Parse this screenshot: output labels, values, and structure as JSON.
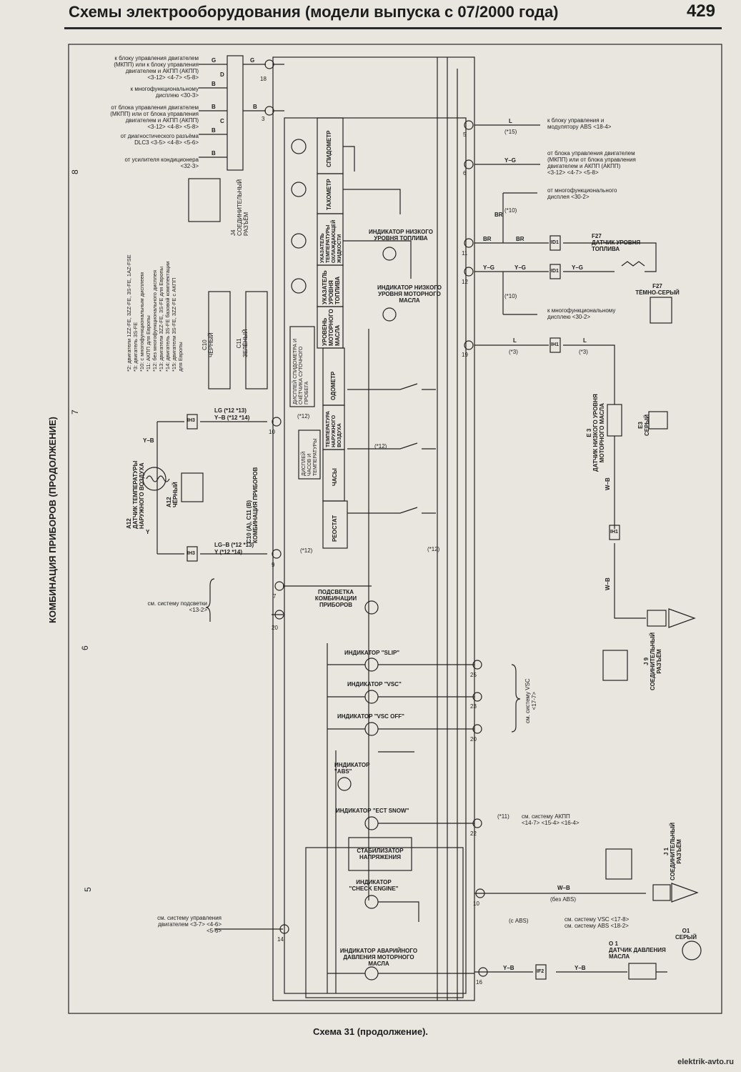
{
  "header": {
    "title": "Схемы электрооборудования (модели выпуска с 07/2000 года)",
    "page": "429"
  },
  "side_title": "КОМБИНАЦИЯ ПРИБОРОВ (ПРОДОЛЖЕНИЕ)",
  "grid_numbers": [
    "8",
    "7",
    "6",
    "5"
  ],
  "left": {
    "to_ecu_1": "к блоку управления двигателем\n(МКПП) или к блоку управления\nдвигателем и АКПП (АКПП)\n<3-12> <4-7> <5-8>",
    "to_md": "к многофункциональному\nдисплею <30-3>",
    "from_ecu": "от блока управления двигателем\n(МКПП) или от блока управления\nдвигателем и АКПП (АКПП)\n<3-12> <4-8> <5-8>",
    "from_dlc": "от диагностического разъёма\nDLC3 <3-5> <4-8> <5-6>",
    "from_ac": "от усилителя кондиционера\n<32-3>",
    "j4_label": "J4\nСОЕДИНИТЕЛЬНЫЙ\nРАЗЪЁМ",
    "notes": "*2: двигатели 1ZZ-FE, 3ZZ-FE, 3S-FE, 1AZ-FSE\n*3: двигатель 3S-FE\n*10: с многофункциональным дисплеем\n*11: АКПП для Европы\n*12: без многофункционального дисплея\n*13: двигатели 3ZZ-FE, 3S-FE для Европы\n*14: двигатель 3S-FE базовой комплектации\n*15: двигатели 3S-FE, 3ZZ-FE с АКПП\nдля Европы",
    "c10_label": "C10\nЧЁРНЫЙ",
    "c11_label": "C11\nЗЕЛЁНЫЙ",
    "a12_label": "A12\nДАТЧИК ТЕМПЕРАТУРЫ\nНАРУЖНОГО ВОЗДУХА",
    "a12_color": "A12\nЧЁРНЫЙ",
    "cluster_label": "C10 (A), C11 (B)\nКОМБИНАЦИЯ ПРИБОРОВ",
    "lighting_ref": "см. систему подсветки\n<13-2>",
    "engine_ref": "см. систему управления\nдвигателем <3-7> <4-6>\n<5-6>"
  },
  "wires": {
    "g": "G",
    "d": "D",
    "c": "C",
    "b": "B",
    "l": "L",
    "yg": "Y–G",
    "br": "BR",
    "wb": "W–B",
    "yb": "Y–B",
    "y": "Y",
    "lg_line": "LG (*12 *13)",
    "yb_line": "Y–B (*12 *14)",
    "lgb_line": "LG–B (*12 *13)",
    "y_line": "Y  (*12 *14)"
  },
  "pins": {
    "a18": "18",
    "a3": "3",
    "a5": "5",
    "a6": "6",
    "a11": "11",
    "a12": "12",
    "a19": "19",
    "a10": "10",
    "a9": "9",
    "b7": "7",
    "b20": "20",
    "a25": "25",
    "a23": "23",
    "a20": "20",
    "a22": "22",
    "b10": "10",
    "b14": "14",
    "b16": "16"
  },
  "cluster": {
    "speedometer": "СПИДОМЕТР",
    "tachometer": "ТАХОМЕТР",
    "coolant": "УКАЗАТЕЛЬ\nТЕМПЕРАТУРЫ\nОХЛАЖДАЮЩЕЙ\nЖИДКОСТИ",
    "fuel_gauge": "УКАЗАТЕЛЬ\nУРОВНЯ\nТОПЛИВА",
    "oil_level": "УРОВЕНЬ\nМОТОРНОГО\nМАСЛА",
    "odometer": "ОДОМЕТР",
    "odo_display": "ДИСПЛЕЙ СПИДОМЕТРА И\nСЧЁТЧИКА СУТОЧНОГО\nПРОБЕГА",
    "outside_temp": "ТЕМПЕРАТУРА\nНАРУЖНОГО\nВОЗДУХА",
    "clock_display": "ДИСПЛЕЙ\nЧАСОВ И\nТЕМПЕРАТУРЫ",
    "clock": "ЧАСЫ",
    "rheostat": "РЕОСТАТ",
    "low_fuel": "ИНДИКАТОР НИЗКОГО\nУРОВНЯ ТОПЛИВА",
    "low_oil": "ИНДИКАТОР НИЗКОГО\nУРОВНЯ МОТОРНОГО\nМАСЛА",
    "backlight": "ПОДСВЕТКА\nКОМБИНАЦИИ\nПРИБОРОВ",
    "slip": "ИНДИКАТОР \"SLIP\"",
    "vsc": "ИНДИКАТОР \"VSC\"",
    "vsc_off": "ИНДИКАТОР \"VSC OFF\"",
    "abs": "ИНДИКАТОР\n\"ABS\"",
    "ect_snow": "ИНДИКАТОР \"ECT SNOW\"",
    "stabilizer": "СТАБИЛИЗАТОР\nНАПРЯЖЕНИЯ",
    "check_engine": "ИНДИКАТОР\n\"CHECK ENGINE\"",
    "oil_pressure": "ИНДИКАТОР АВАРИЙНОГО\nДАВЛЕНИЯ МОТОРНОГО\nМАСЛА"
  },
  "right": {
    "to_abs": "к блоку управления и\nмодулятору ABS <18-4>",
    "from_ecu": "от блока управления двигателем\n(МКПП) или от блока управления\nдвигателем и АКПП (АКПП)\n<3-12> <4-7> <5-8>",
    "from_md": "от многофункционального\nдисплея <30-2>",
    "f27_label": "F27\nДАТЧИК УРОВНЯ\nТОПЛИВА",
    "f27_color": "F27\nТЁМНО-СЕРЫЙ",
    "to_md": "к многофункциональному\nдисплею <30-2>",
    "e3_label": "E 3\nДАТЧИК НИЗКОГО УРОВНЯ\nМОТОРНОГО МАСЛА",
    "e3_color": "E3\nСЕРЫЙ",
    "j9_label": "J 9\nСОЕДИНИТЕЛЬНЫЙ\nРАЗЪЁМ",
    "vsc_ref": "см. систему VSC\n<17-7>",
    "akpp_ref": "см. систему АКПП\n<14-7> <15-4> <16-4>",
    "j1_label": "J 1\nСОЕДИНИТЕЛЬНЫЙ\nРАЗЪЁМ",
    "no_abs": "(без ABS)",
    "with_abs": "(с ABS)",
    "vsc_abs_ref": "см. систему VSC <17-8>\nсм. систему ABS <18-2>",
    "o1_color": "O1\nСЕРЫЙ",
    "o1_label": "O 1\nДАТЧИК ДАВЛЕНИЯ\nМАСЛА"
  },
  "connectors": {
    "id1": "ID1",
    "ih1": "IH1",
    "ih3": "IH3",
    "if2": "IF2"
  },
  "notes_marks": {
    "n15": "(*15)",
    "n10": "(*10)",
    "n3": "(*3)",
    "n12": "(*12)",
    "n11": "(*11)"
  },
  "caption": "Схема 31 (продолжение).",
  "watermark": "elektrik-avto.ru"
}
